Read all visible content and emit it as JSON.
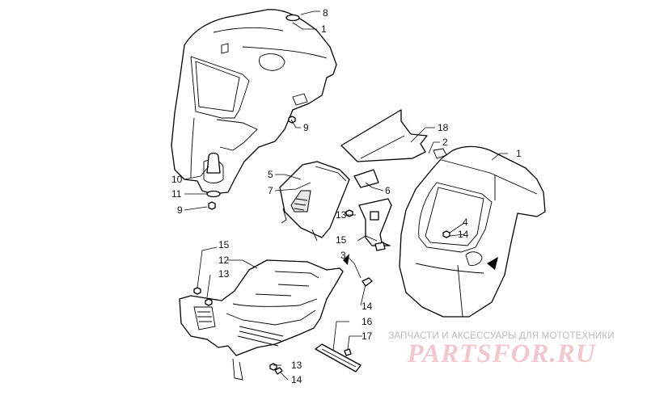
{
  "callouts": {
    "c8": "8",
    "c1a": "1",
    "c9a": "9",
    "c10": "10",
    "c11": "11",
    "c9b": "9",
    "c18": "18",
    "c2": "2",
    "c1b": "1",
    "c5": "5",
    "c7": "7",
    "c6": "6",
    "c13a": "13",
    "c15a": "15",
    "c4": "4",
    "c14a": "14",
    "c3": "3",
    "c15b": "15",
    "c12": "12",
    "c13b": "13",
    "c14b": "14",
    "c16": "16",
    "c17": "17",
    "c13c": "13",
    "c14c": "14"
  },
  "watermark": {
    "tagline": "ЗАПЧАСТИ И АКСЕССУАРЫ ДЛЯ МОТОТЕХНИКИ",
    "brand": "PARTSFOR.RU",
    "brand_color": "#f2c7cd",
    "tagline_color": "#b9b9b9"
  }
}
